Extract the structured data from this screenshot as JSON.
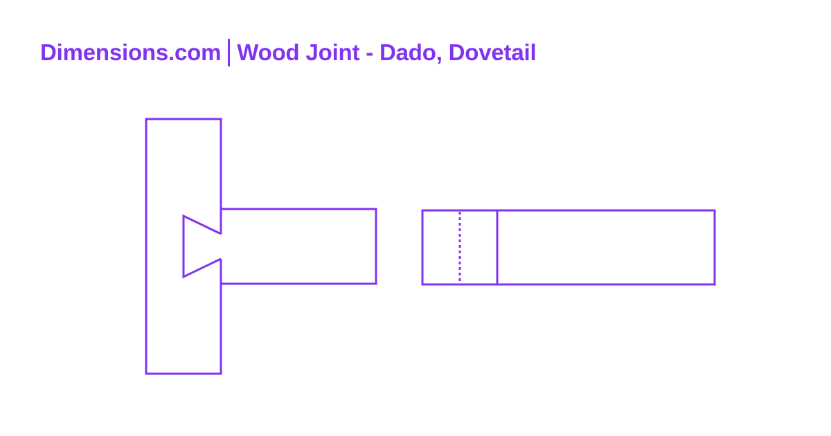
{
  "header": {
    "brand": "Dimensions.com",
    "title": "Wood Joint - Dado, Dovetail"
  },
  "colors": {
    "accent": "#8133F1",
    "background": "#ffffff"
  },
  "diagram": {
    "views": [
      {
        "name": "section-view",
        "description": "Dovetail dado joint in section: vertical board with dovetail-shaped groove receiving horizontal board"
      },
      {
        "name": "side-view",
        "description": "Horizontal board side elevation with dotted hidden line and solid joint line"
      }
    ]
  }
}
